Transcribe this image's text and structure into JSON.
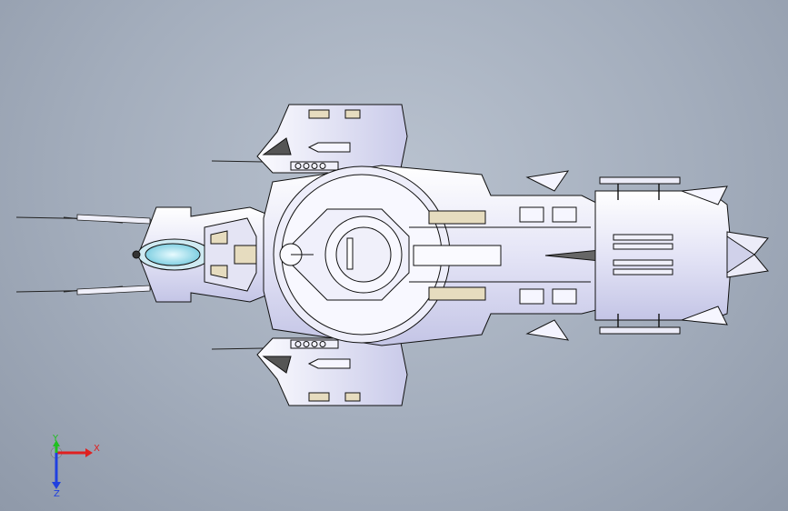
{
  "viewport": {
    "background_top": "#b9c2cf",
    "background_bottom": "#8f99a9"
  },
  "model": {
    "fill_light": "#f4f4fb",
    "fill_mid": "#dcdcf2",
    "fill_shadow": "#b8b9dc",
    "edge_color": "#000000",
    "accent_tan": "#e6dcbf",
    "canopy_color": "#8fd6e6"
  },
  "triad": {
    "x_label": "X",
    "y_label": "Y",
    "z_label": "Z",
    "x_color": "#e02020",
    "y_color": "#20c020",
    "z_color": "#2040e0"
  }
}
